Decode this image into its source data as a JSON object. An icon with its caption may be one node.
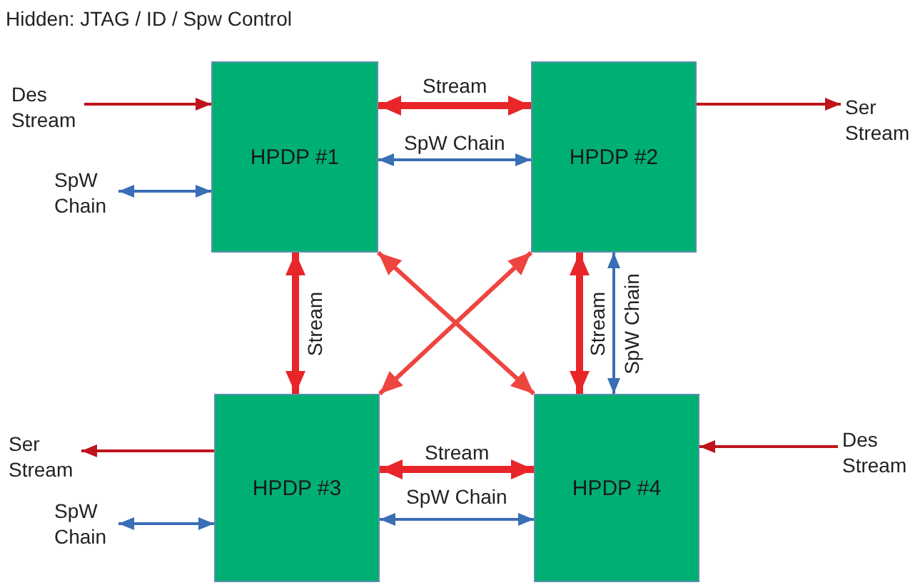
{
  "diagram": {
    "title": "Hidden: JTAG / ID / Spw Control",
    "nodes": [
      {
        "text": [
          "HPDP #1"
        ]
      },
      {
        "text": [
          "HPDP #2"
        ]
      },
      {
        "text": [
          "HPDP #3"
        ]
      },
      {
        "text": [
          "HPDP #4"
        ]
      },
      {
        "text": [
          "Des Stream"
        ]
      },
      {
        "text": [
          "SpW Chain"
        ]
      },
      {
        "text": [
          "Ser Stream"
        ]
      },
      {
        "text": [
          "Ser Stream"
        ]
      },
      {
        "text": [
          "SpW Chain"
        ]
      },
      {
        "text": [
          "Des Stream"
        ]
      }
    ],
    "edges": [
      {
        "from": 4,
        "to": 0,
        "arrow": "to",
        "color": "#c0141c"
      },
      {
        "from": 5,
        "to": 0,
        "arrow": "both",
        "color": "#3a6eb5"
      },
      {
        "from": 0,
        "to": 1,
        "arrow": "both",
        "label": "Stream",
        "style": "thick",
        "color": "#e8262a"
      },
      {
        "from": 0,
        "to": 1,
        "arrow": "both",
        "label": "SpW Chain",
        "color": "#3a6eb5"
      },
      {
        "from": 1,
        "to": 6,
        "arrow": "to",
        "color": "#c0141c"
      },
      {
        "from": 0,
        "to": 2,
        "arrow": "both",
        "label": "Stream",
        "style": "thick",
        "color": "#e8262a"
      },
      {
        "from": 0,
        "to": 3,
        "arrow": "both",
        "color": "#ee4540"
      },
      {
        "from": 1,
        "to": 2,
        "arrow": "both",
        "color": "#ee4540"
      },
      {
        "from": 1,
        "to": 3,
        "arrow": "both",
        "label": "Stream",
        "style": "thick",
        "color": "#e8262a"
      },
      {
        "from": 1,
        "to": 3,
        "arrow": "both",
        "label": "SpW Chain",
        "color": "#3a6eb5"
      },
      {
        "from": 2,
        "to": 7,
        "arrow": "to",
        "color": "#c0141c"
      },
      {
        "from": 8,
        "to": 2,
        "arrow": "both",
        "color": "#3a6eb5"
      },
      {
        "from": 2,
        "to": 3,
        "arrow": "both",
        "label": "Stream",
        "style": "thick",
        "color": "#e8262a"
      },
      {
        "from": 2,
        "to": 3,
        "arrow": "both",
        "label": "SpW Chain",
        "color": "#3a6eb5"
      },
      {
        "from": 9,
        "to": 3,
        "arrow": "to",
        "color": "#c0141c"
      }
    ]
  }
}
